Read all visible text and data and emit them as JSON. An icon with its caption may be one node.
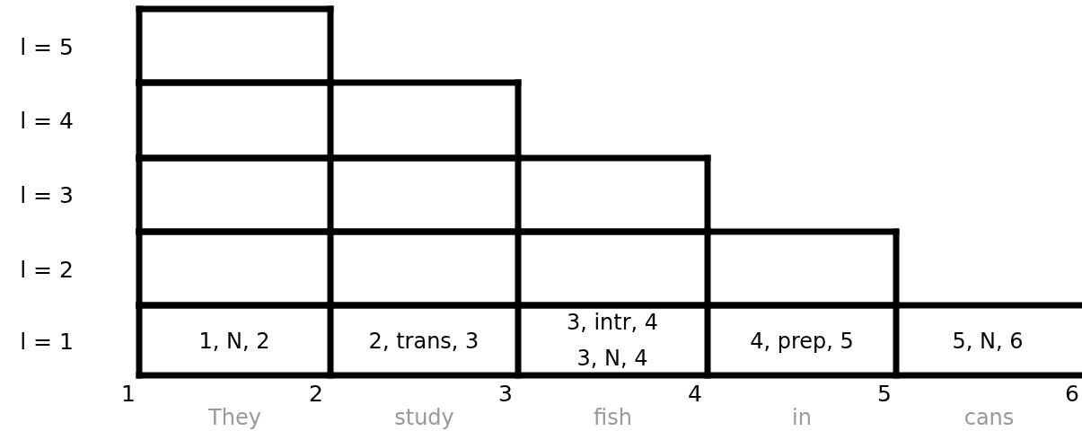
{
  "diagram": {
    "labels": [
      "l = 5",
      "l = 4",
      "l = 3",
      "l = 2",
      "l = 1",
      "1, N, 2",
      "2, trans, 3",
      "3, intr, 4",
      "3, N, 4",
      "4, prep, 5",
      "5, N, 6",
      "1",
      "2",
      "3",
      "4",
      "5",
      "6",
      "They",
      "study",
      "fish",
      "in",
      "cans"
    ]
  }
}
